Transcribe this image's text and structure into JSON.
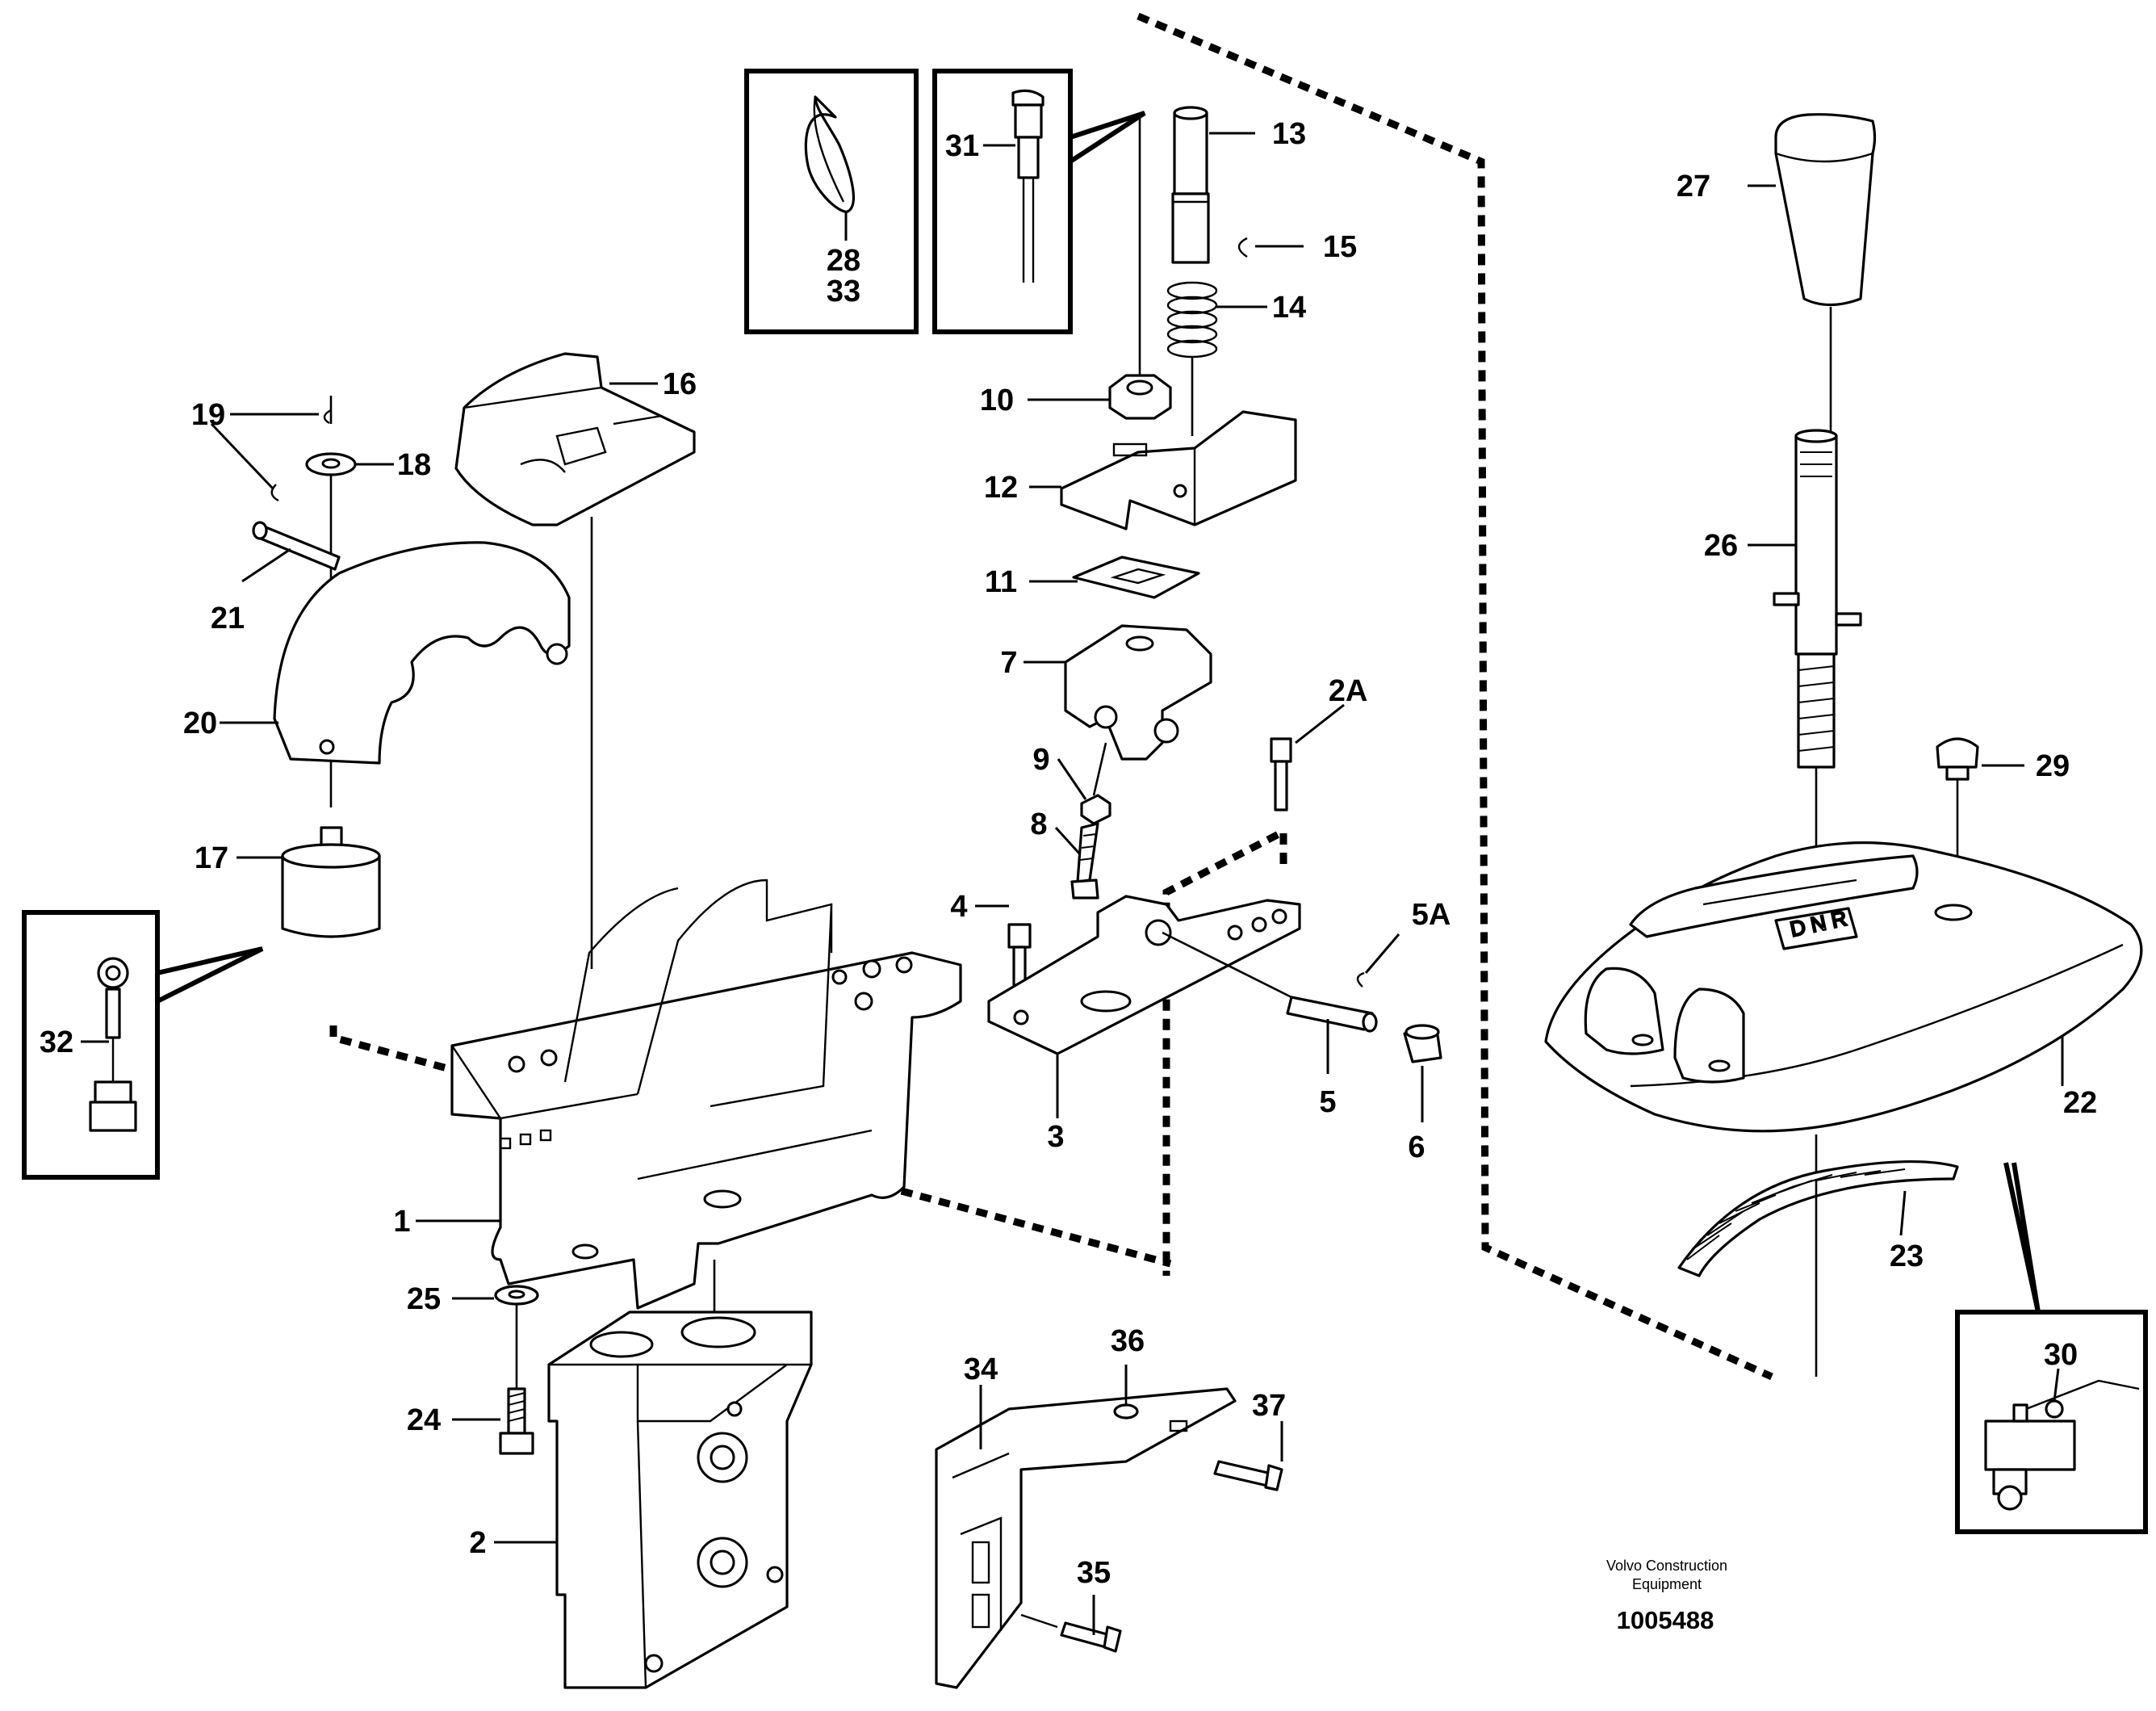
{
  "diagram": {
    "type": "exploded parts diagram",
    "part_labels": {
      "p1": "1",
      "p2": "2",
      "p2a": "2A",
      "p3": "3",
      "p4": "4",
      "p5": "5",
      "p5a": "5A",
      "p6": "6",
      "p7": "7",
      "p8": "8",
      "p9": "9",
      "p10": "10",
      "p11": "11",
      "p12": "12",
      "p13": "13",
      "p14": "14",
      "p15": "15",
      "p16": "16",
      "p17": "17",
      "p18": "18",
      "p19": "19",
      "p20": "20",
      "p21": "21",
      "p22": "22",
      "p23": "23",
      "p24": "24",
      "p25": "25",
      "p26": "26",
      "p27": "27",
      "p28": "28",
      "p29": "29",
      "p30": "30",
      "p31": "31",
      "p32": "32",
      "p33": "33",
      "p34": "34",
      "p35": "35",
      "p36": "36",
      "p37": "37"
    },
    "brand_line1": "Volvo Construction",
    "brand_line2": "Equipment",
    "document_number": "1005488"
  }
}
